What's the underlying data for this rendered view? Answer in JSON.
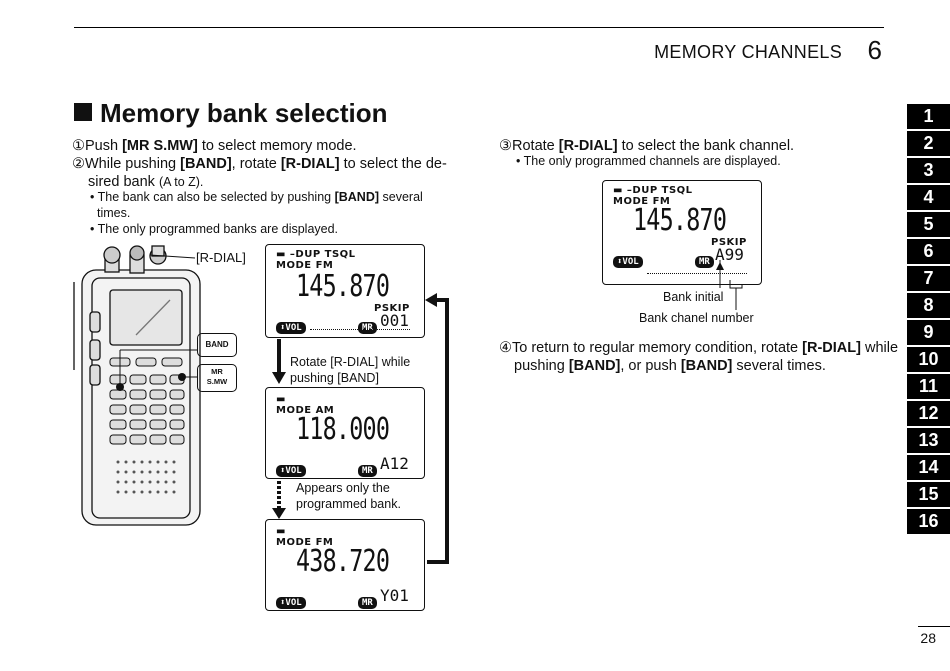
{
  "header": {
    "section_title": "MEMORY CHANNELS",
    "chapter_number": "6"
  },
  "title": "Memory bank selection",
  "steps_left": {
    "s1_num": "①",
    "s1_pre": "Push ",
    "s1_key": "[MR S.MW]",
    "s1_post": " to select memory mode.",
    "s2_num": "②",
    "s2_pre": "While pushing ",
    "s2_key1": "[BAND]",
    "s2_mid": ", rotate ",
    "s2_key2": "[R-DIAL]",
    "s2_post": " to select the de-",
    "s2_line2": "sired bank ",
    "s2_line2_small": "(A to Z).",
    "b1_pre": "• The bank can also be selected by pushing ",
    "b1_key": "[BAND]",
    "b1_post": " several",
    "b1_line2": "times.",
    "b2": "• The only programmed banks are displayed."
  },
  "steps_right": {
    "s3_num": "③",
    "s3_pre": "Rotate ",
    "s3_key": "[R-DIAL]",
    "s3_post": " to select the bank channel.",
    "s3_bullet": "• The only programmed channels are displayed.",
    "s4_num": "④",
    "s4_pre": "To return to regular memory condition, rotate ",
    "s4_key": "[R-DIAL]",
    "s4_post": " while",
    "s4_l2_pre": "pushing ",
    "s4_l2_key1": "[BAND]",
    "s4_l2_mid": ", or push ",
    "s4_l2_key2": "[BAND]",
    "s4_l2_post": " several times."
  },
  "radio": {
    "rdial_label": "[R-DIAL]",
    "band_label": "BAND",
    "mr_label_1": "MR",
    "mr_label_2": "S.MW"
  },
  "displays": [
    {
      "line1": "▬ –DUP TSQL",
      "mode": "MODE  FM",
      "freq": "145.870",
      "pskip": "PSKIP",
      "vol": "⬍VOL",
      "mr": "MR",
      "ch": "001"
    },
    {
      "line1": "▬",
      "mode": "MODE  AM",
      "freq": "118.000",
      "pskip": "",
      "vol": "⬍VOL",
      "mr": "MR",
      "ch": "A12"
    },
    {
      "line1": "▬",
      "mode": "MODE  FM",
      "freq": "438.720",
      "pskip": "",
      "vol": "⬍VOL",
      "mr": "MR",
      "ch": "Y01"
    },
    {
      "line1": "▬ –DUP TSQL",
      "mode": "MODE  FM",
      "freq": "145.870",
      "pskip": "PSKIP",
      "vol": "⬍VOL",
      "mr": "MR",
      "ch": "A99"
    }
  ],
  "arrows": {
    "rotate_1": "Rotate [R-DIAL] while",
    "rotate_2": "pushing [BAND]",
    "appears_1": "Appears only the",
    "appears_2": "programmed bank."
  },
  "labels": {
    "bank_initial": "Bank initial",
    "bank_channel": "Bank chanel number"
  },
  "tabs": [
    "1",
    "2",
    "3",
    "4",
    "5",
    "6",
    "7",
    "8",
    "9",
    "10",
    "11",
    "12",
    "13",
    "14",
    "15",
    "16"
  ],
  "page_number": "28"
}
